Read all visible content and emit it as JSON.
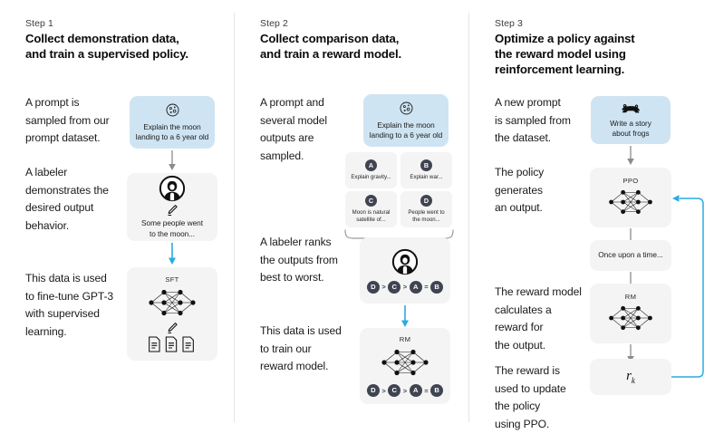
{
  "theme": {
    "blue_card": "#cfe4f2",
    "gray_card": "#f4f4f4",
    "accent_arrow": "#29ABE2",
    "gray_arrow": "#8b8b8b",
    "badge": "#3f4450",
    "divider": "#e6e6e6"
  },
  "steps": [
    {
      "label": "Step 1",
      "title": "Collect demonstration data,\nand train a supervised policy.",
      "paragraphs": [
        "A prompt is\nsampled from our\nprompt dataset.",
        "A labeler\ndemonstrates the\ndesired output\nbehavior.",
        "This data is used\nto fine-tune GPT-3\nwith supervised\nlearning."
      ],
      "cards": {
        "prompt": {
          "icon": "moon-icon",
          "text": "Explain the moon\nlanding to a 6 year old"
        },
        "labeler": {
          "icon": "labeler-avatar-icon",
          "pencil": "pencil-icon",
          "text": "Some people went\nto the moon..."
        },
        "sft": {
          "tag": "SFT",
          "icon": "neural-network-icon",
          "pencil": "pencil-icon",
          "docs": "documents-icon"
        }
      }
    },
    {
      "label": "Step 2",
      "title": "Collect comparison data,\nand train a reward model.",
      "paragraphs": [
        "A prompt and\nseveral model\noutputs are\nsampled.",
        "A labeler ranks\nthe outputs from\nbest to worst.",
        "This data is used\nto train our\nreward model."
      ],
      "cards": {
        "prompt": {
          "icon": "moon-icon",
          "text": "Explain the moon\nlanding to a 6 year old"
        },
        "options": [
          {
            "badge": "A",
            "text": "Explain gravity..."
          },
          {
            "badge": "B",
            "text": "Explain war..."
          },
          {
            "badge": "C",
            "text": "Moon is natural\nsatellite of..."
          },
          {
            "badge": "D",
            "text": "People went to\nthe moon..."
          }
        ],
        "ranking": {
          "icon": "labeler-avatar-icon",
          "items": [
            "D",
            ">",
            "C",
            ">",
            "A",
            "=",
            "B"
          ]
        },
        "rm": {
          "tag": "RM",
          "icon": "neural-network-icon",
          "items": [
            "D",
            ">",
            "C",
            ">",
            "A",
            "=",
            "B"
          ]
        }
      }
    },
    {
      "label": "Step 3",
      "title": "Optimize a policy against\nthe reward model using\nreinforcement learning.",
      "paragraphs": [
        "A new prompt\nis sampled from\nthe dataset.",
        "The policy\ngenerates\nan output.",
        "The reward model\ncalculates a\nreward for\nthe output.",
        "The reward is\nused to update\nthe policy\nusing PPO."
      ],
      "cards": {
        "prompt": {
          "icon": "frog-icon",
          "text": "Write a story\nabout frogs"
        },
        "ppo": {
          "tag": "PPO",
          "icon": "neural-network-icon"
        },
        "output": {
          "text": "Once upon a time..."
        },
        "rm": {
          "tag": "RM",
          "icon": "neural-network-icon"
        },
        "reward": {
          "symbol": "r",
          "subscript": "k"
        }
      }
    }
  ]
}
